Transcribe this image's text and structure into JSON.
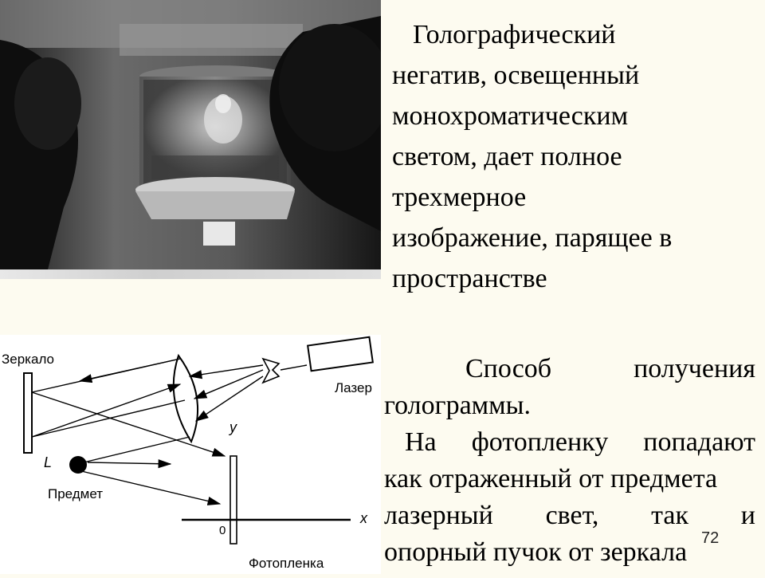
{
  "top_caption": {
    "lines": [
      "Голографический",
      "негатив, освещенный",
      "монохроматическим",
      "светом, дает полное",
      "трехмерное",
      "изображение, парящее в",
      "пространстве"
    ]
  },
  "diagram": {
    "labels": {
      "mirror": "Зеркало",
      "laser": "Лазер",
      "object": "Предмет",
      "film": "Фотопленка",
      "mirror_letter": "L",
      "y_axis": "y",
      "x_axis": "x",
      "origin": "0"
    }
  },
  "bottom_caption": {
    "line1_words": [
      "Способ",
      "получения"
    ],
    "line2": "голограммы.",
    "line3_words": [
      "На",
      "фотопленку",
      "попадают"
    ],
    "line4": "как отраженный от предмета",
    "line5_words": [
      "лазерный",
      "свет,",
      "так",
      "и"
    ],
    "line6": "опорный пучок от зеркала"
  },
  "page_number": "72"
}
